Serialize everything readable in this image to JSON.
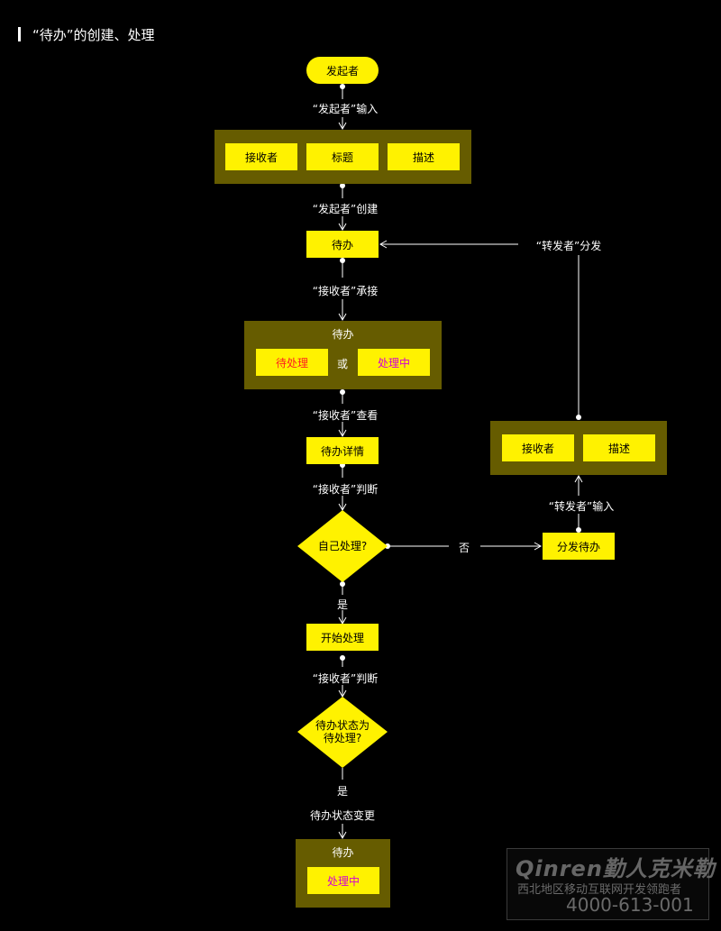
{
  "title": "“待办”的创建、处理",
  "nodes": {
    "initiator": "发起者",
    "box1": [
      "接收者",
      "标题",
      "描述"
    ],
    "todo": "待办",
    "box2_title": "待办",
    "box2_pending": "待处理",
    "box2_or": "或",
    "box2_processing": "处理中",
    "todo_detail": "待办详情",
    "decision1": "自己处理?",
    "no": "否",
    "forward_todo": "分发待办",
    "forward_box": [
      "接收者",
      "描述"
    ],
    "yes1": "是",
    "start_handle": "开始处理",
    "decision2_line1": "待办状态为",
    "decision2_line2": "待处理?",
    "yes2": "是",
    "status_change": "待办状态变更",
    "final_title": "待办",
    "final_state": "处理中"
  },
  "edges": {
    "initiator_input": "“发起者”输入",
    "initiator_create": "“发起者”创建",
    "receiver_accept": "“接收者”承接",
    "receiver_view": "“接收者”查看",
    "receiver_judge1": "“接收者”判断",
    "forwarder_input": "“转发者”输入",
    "forwarder_distribute": "“转发者”分发",
    "receiver_judge2": "“接收者”判断"
  },
  "watermark": {
    "logo": "Qinren勤人克米勒",
    "subtitle": "西北地区移动互联网开发领跑者",
    "phone": "4000-613-001"
  },
  "colors": {
    "background": "#000000",
    "node_fill": "#fff200",
    "container_fill": "#665c00",
    "alert_text": "#ff2020",
    "processing_text": "#d400d4"
  }
}
